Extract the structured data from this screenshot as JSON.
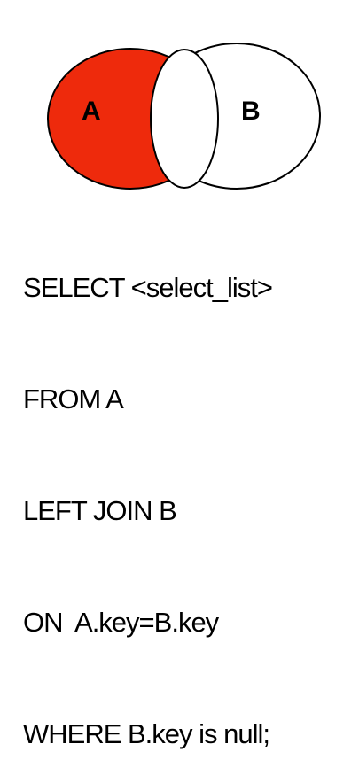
{
  "venn": {
    "set_a": {
      "label": "A",
      "fill": "#ee2a0c",
      "highlighted": true
    },
    "set_b": {
      "label": "B",
      "fill": "#ffffff",
      "highlighted": false
    },
    "intersection": {
      "fill": "#ffffff",
      "highlighted": false
    },
    "stroke": "#000000"
  },
  "query": {
    "lines": [
      "SELECT <select_list>",
      "FROM A",
      "LEFT JOIN B",
      "ON  A.key=B.key",
      "WHERE B.key is null;"
    ]
  }
}
